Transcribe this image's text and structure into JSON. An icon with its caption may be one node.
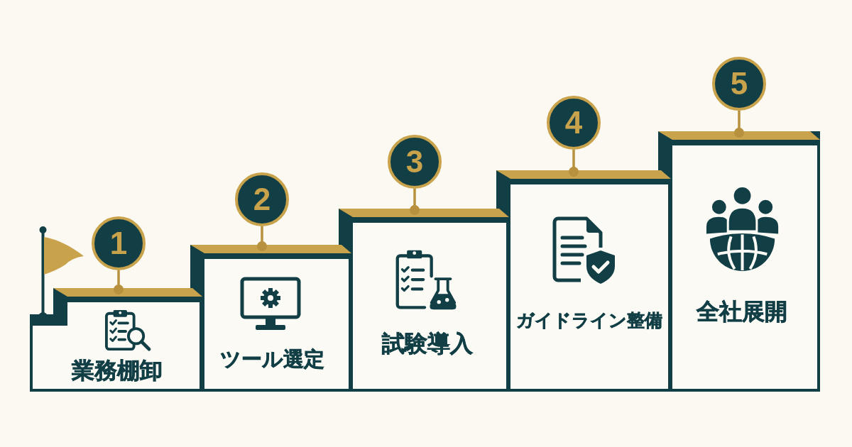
{
  "diagram": {
    "nodes": [
      {
        "text": [
          "1"
        ]
      },
      {
        "text": [
          "業務棚卸"
        ]
      },
      {
        "text": [
          "2"
        ]
      },
      {
        "text": [
          "ツール選定"
        ]
      },
      {
        "text": [
          "3"
        ]
      },
      {
        "text": [
          "試験導入"
        ]
      },
      {
        "text": [
          "4"
        ]
      },
      {
        "text": [
          "ガイドライン整備"
        ]
      },
      {
        "text": [
          "5"
        ]
      },
      {
        "text": [
          "全社展開"
        ]
      }
    ],
    "edges": [
      {
        "from": 0,
        "to": 1,
        "arrow": "other"
      },
      {
        "from": 2,
        "to": 3,
        "arrow": "other"
      },
      {
        "from": 4,
        "to": 5,
        "arrow": "other"
      },
      {
        "from": 6,
        "to": 7,
        "arrow": "other"
      },
      {
        "from": 8,
        "to": 9,
        "arrow": "other"
      }
    ]
  }
}
